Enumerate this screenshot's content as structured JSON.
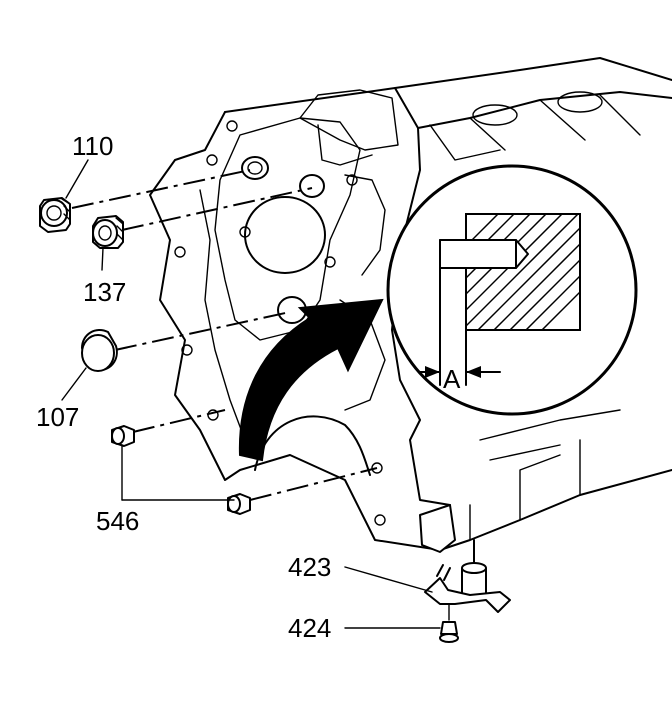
{
  "callouts": {
    "c110": "110",
    "c137": "137",
    "c107": "107",
    "c546": "546",
    "c423": "423",
    "c424": "424"
  },
  "detail": {
    "dimension_label": "A"
  }
}
